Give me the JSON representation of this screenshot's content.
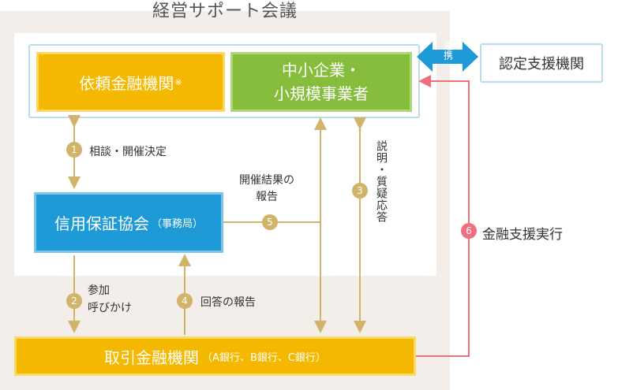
{
  "title": "経営サポート会議",
  "boxes": {
    "requesting_bank": "依頼金融機関",
    "requesting_bank_mark": "※",
    "sme_line1": "中小企業・",
    "sme_line2": "小規模事業者",
    "guarantee": "信用保証協会",
    "guarantee_sub": "（事務局）",
    "financial": "取引金融機関",
    "financial_sub": "（A銀行、B銀行、C銀行）",
    "certified": "認定支援機関"
  },
  "link_label": "連携",
  "steps": [
    {
      "num": "1",
      "label": "相談・開催決定"
    },
    {
      "num": "2",
      "label_line1": "参加",
      "label_line2": "呼びかけ"
    },
    {
      "num": "3",
      "label": "説明・質疑応答"
    },
    {
      "num": "4",
      "label": "回答の報告"
    },
    {
      "num": "5",
      "label_line1": "開催結果の",
      "label_line2": "報告"
    },
    {
      "num": "6",
      "label": "金融支援実行"
    }
  ],
  "colors": {
    "bank_gold": "#f5b800",
    "sme_green": "#86bd3c",
    "guarantee_blue": "#1e9ad6",
    "arrow_gold": "#d1b36a",
    "arrow_pink": "#ee6f7e",
    "link_blue": "#1e9ad6"
  }
}
